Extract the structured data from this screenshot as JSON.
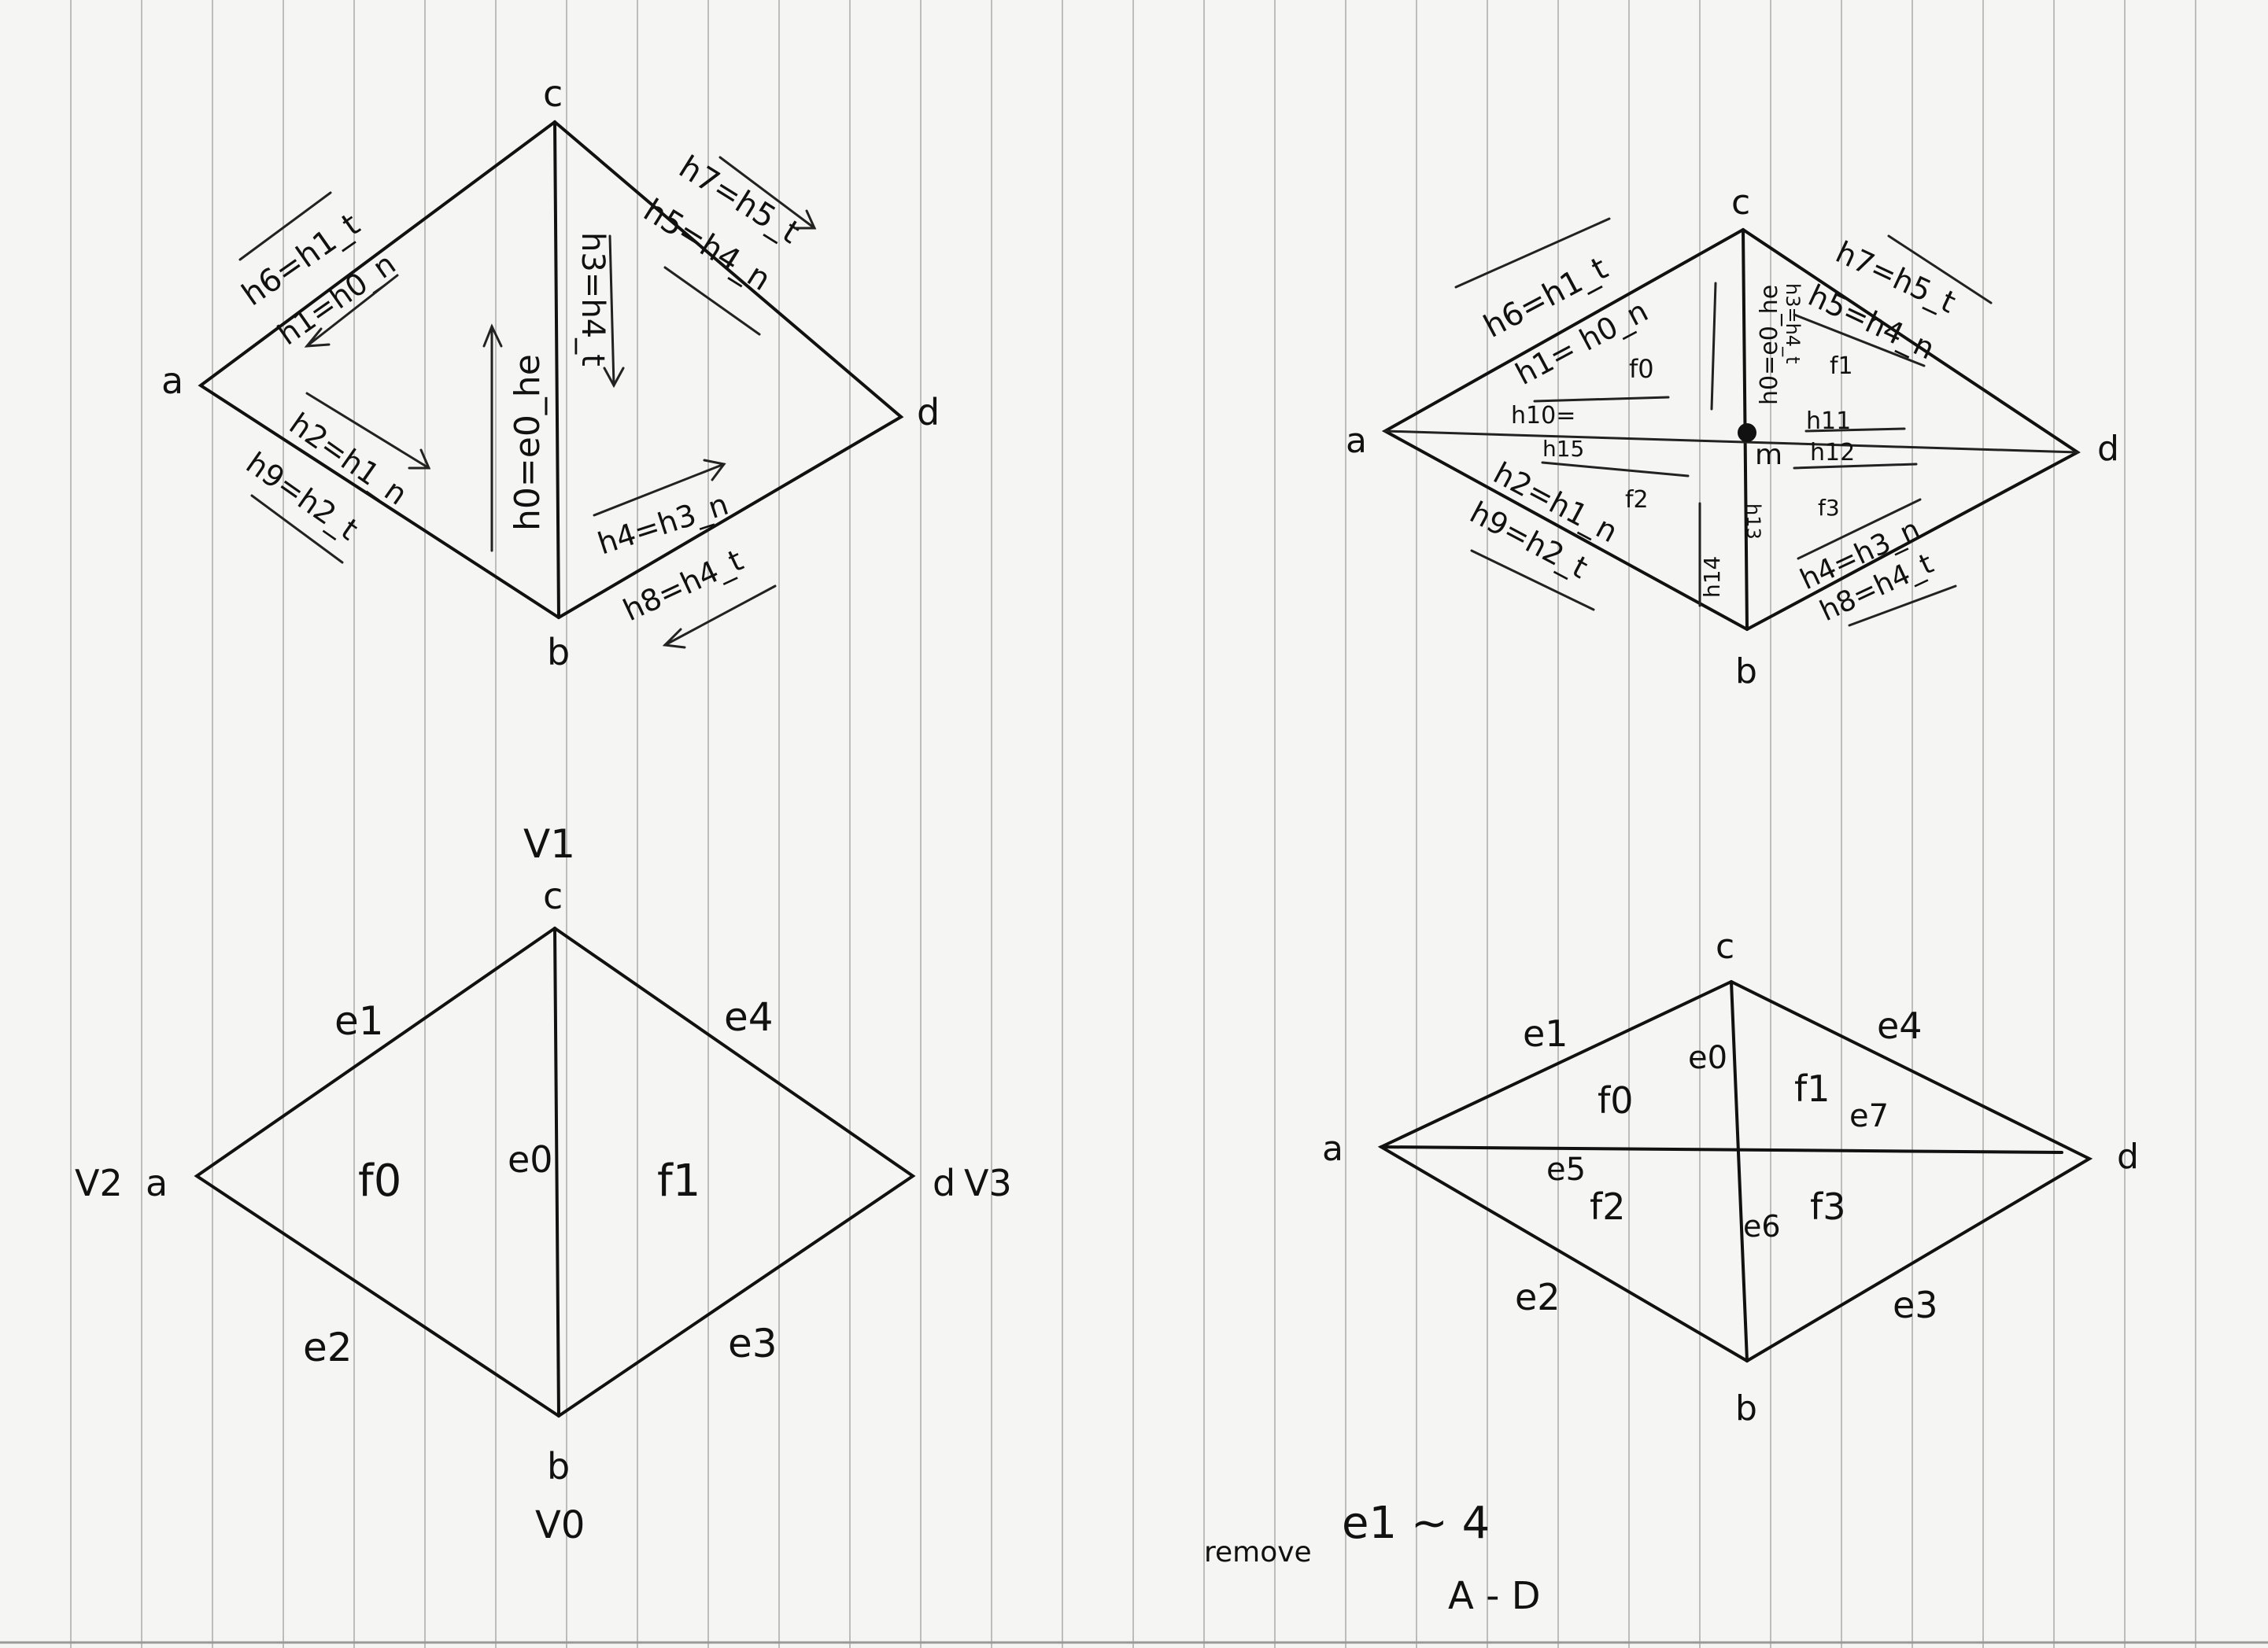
{
  "diagram": {
    "top_left": {
      "vertices": {
        "a": "a",
        "b": "b",
        "c": "c",
        "d": "d"
      },
      "halfedge_labels": {
        "h6": "h6=h1_t",
        "h1": "h1=h0_n",
        "h2": "h2=h1_n",
        "h9": "h9=h2_t",
        "h0": "h0=e0_he",
        "h3": "h3=h4_t",
        "h7": "h7=h5_t",
        "h5": "h5=h4_n",
        "h4": "h4=h3_n",
        "h8": "h8=h4_t"
      }
    },
    "top_right": {
      "vertices": {
        "a": "a",
        "b": "b",
        "c": "c",
        "d": "d",
        "m": "m"
      },
      "halfedge_labels": {
        "h6": "h6=h1_t",
        "h1": "h1= h0_n",
        "h10": "h10=",
        "h15": "h15",
        "h2": "h2=h1_n",
        "h9": "h9=h2_t",
        "h0": "h0=e0_he",
        "h3": "h3=h4_t",
        "h7": "h7=h5_t",
        "h5": "h5=h4_n",
        "h11": "h11",
        "h12": "h12",
        "h4": "h4=h3_n",
        "h8": "h8=h4_t",
        "h13": "h13",
        "h14": "h14"
      },
      "faces": {
        "f0": "f0",
        "f1": "f1",
        "f2": "f2",
        "f3": "f3"
      }
    },
    "bottom_left": {
      "vertices": {
        "a": "a",
        "b": "b",
        "c": "c",
        "d": "d"
      },
      "vertex_ids": {
        "v0": "V0",
        "v1": "V1",
        "v2": "V2",
        "v3": "V3"
      },
      "edges": {
        "e0": "e0",
        "e1": "e1",
        "e2": "e2",
        "e3": "e3",
        "e4": "e4"
      },
      "faces": {
        "f0": "f0",
        "f1": "f1"
      }
    },
    "bottom_right": {
      "vertices": {
        "a": "a",
        "b": "b",
        "c": "c",
        "d": "d"
      },
      "edges": {
        "e0": "e0",
        "e1": "e1",
        "e2": "e2",
        "e3": "e3",
        "e4": "e4",
        "e5": "e5",
        "e6": "e6",
        "e7": "e7"
      },
      "faces": {
        "f0": "f0",
        "f1": "f1",
        "f2": "f2",
        "f3": "f3"
      }
    },
    "note": {
      "line1_small": "remove",
      "line1_big": "e1 ~ 4",
      "line2": "A - D"
    }
  }
}
